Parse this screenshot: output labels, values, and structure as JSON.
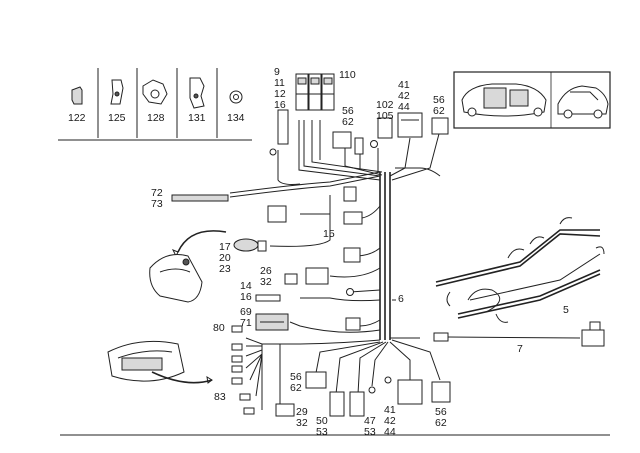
{
  "parts_strip": {
    "items": [
      {
        "id": "p122",
        "label": "122"
      },
      {
        "id": "p125",
        "label": "125"
      },
      {
        "id": "p128",
        "label": "128"
      },
      {
        "id": "p131",
        "label": "131"
      },
      {
        "id": "p134",
        "label": "134"
      }
    ]
  },
  "callouts": {
    "top_stack_left": [
      "9",
      "11",
      "12",
      "16"
    ],
    "top_110": "110",
    "top_56_62_left": [
      "56",
      "62"
    ],
    "top_102_105": [
      "102",
      "105"
    ],
    "top_41_42_44": [
      "41",
      "42",
      "44"
    ],
    "top_56_62_right": [
      "56",
      "62"
    ],
    "side_72_73": [
      "72",
      "73"
    ],
    "side_15": "15",
    "side_17_20_23": [
      "17",
      "20",
      "23"
    ],
    "side_26_32": [
      "26",
      "32"
    ],
    "side_14_16": [
      "14",
      "16"
    ],
    "side_6": "6",
    "side_69_71": [
      "69",
      "71"
    ],
    "side_80": "80",
    "side_83": "83",
    "bottom_56_62": [
      "56",
      "62"
    ],
    "bottom_29_32": [
      "29",
      "32"
    ],
    "bottom_50_53": [
      "50",
      "53"
    ],
    "bottom_47_53": [
      "47",
      "53"
    ],
    "bottom_41_42_44": [
      "41",
      "42",
      "44"
    ],
    "bottom_56_62_right": [
      "56",
      "62"
    ],
    "right_5": "5",
    "right_7": "7"
  },
  "colors": {
    "line": "#222222",
    "fill_gray": "#d9d9d9",
    "background": "#ffffff"
  }
}
